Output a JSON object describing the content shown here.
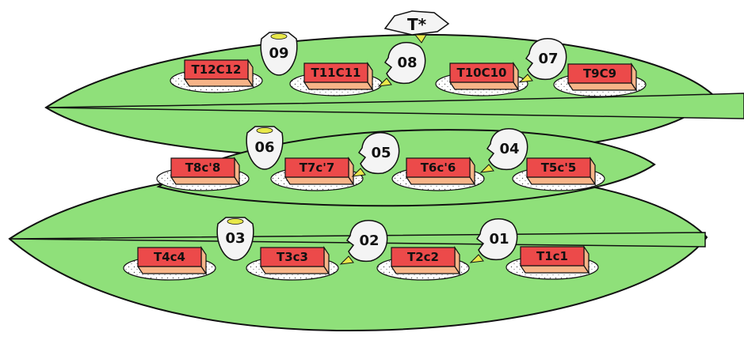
{
  "colors": {
    "leaf": "#8fe07a",
    "midrib": "#8fe07a",
    "outline": "#111111",
    "block_top": "#ec4a4a",
    "block_side": "#f7b488",
    "egg": "#f4f4f4",
    "yolk": "#e8e84a",
    "stipple_bg": "#ffffff"
  },
  "top_marker": "T*",
  "blocks": [
    "T12C12",
    "T11C11",
    "T10C10",
    "T9C9",
    "T8c'8",
    "T7c'7",
    "T6c'6",
    "T5c'5",
    "T4c4",
    "T3c3",
    "T2c2",
    "T1c1"
  ],
  "eggs": [
    "09",
    "08",
    "07",
    "06",
    "05",
    "04",
    "03",
    "02",
    "01"
  ]
}
